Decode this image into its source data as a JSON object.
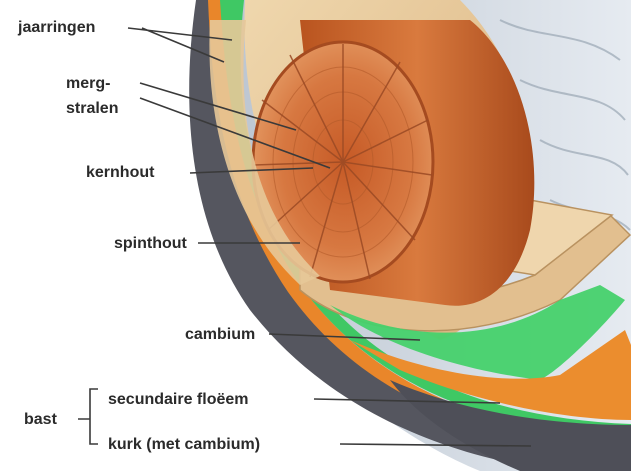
{
  "labels": {
    "jaarringen": "jaarringen",
    "merg_line1": "merg-",
    "merg_line2": "stralen",
    "kernhout": "kernhout",
    "spinthout": "spinthout",
    "cambium": "cambium",
    "secundaire_floeem": "secundaire floëem",
    "kurk": "kurk (met cambium)",
    "bast": "bast"
  },
  "colors": {
    "heartwood": "#c9652f",
    "heartwood_dark": "#9e4520",
    "sapwood": "#e9c79a",
    "cambium": "#3fc864",
    "phloem": "#e9862a",
    "cork": "#4a4a52",
    "bark_outer": "#c4cdd8",
    "label_text": "#2b2b2b",
    "leader_line": "#3a3a3a"
  }
}
